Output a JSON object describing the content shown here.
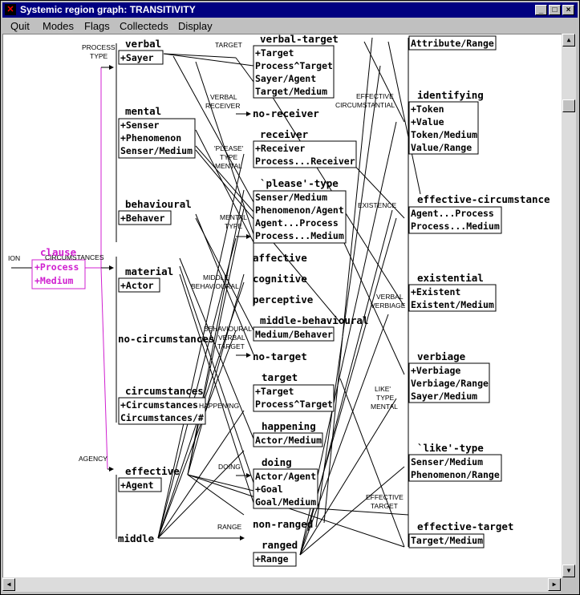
{
  "window": {
    "title": "Systemic region graph: TRANSITIVITY",
    "buttons": [
      "_",
      "□",
      "×"
    ]
  },
  "menu": [
    "Quit",
    "Modes",
    "Flags",
    "Collecteds",
    "Display"
  ],
  "colors": {
    "titlebar": "#000080",
    "clause": "#d020d0",
    "canvas": "#ffffff",
    "chrome": "#c0c0c0"
  },
  "graph": {
    "edge_label": "ION",
    "clause": {
      "title": "clause",
      "items": [
        "+Process",
        "+Medium"
      ]
    },
    "system_labels": {
      "process_type": [
        "PROCESS",
        "TYPE"
      ],
      "circumstances": "CIRCUMSTANCES",
      "agency": "AGENCY",
      "verbal_receiver": [
        "VERBAL",
        "RECEIVER"
      ],
      "please_type": [
        "'PLEASE'",
        "TYPE",
        "MENTAL"
      ],
      "mental_type": [
        "MENTAL",
        "TYPE"
      ],
      "middle_behavioural": [
        "MIDDLE",
        "BEHAVIOURAL"
      ],
      "behavioural_verbal_target": [
        "BEHAVIOURAL",
        "VERBAL",
        "TARGET"
      ],
      "happening": "HAPPENING",
      "doing": "DOING",
      "range": "RANGE",
      "target_top": "TARGET",
      "effective_circumstantial": [
        "EFFECTIVE",
        "CIRCUMSTANTIAL"
      ],
      "existence": "EXISTENCE",
      "verbal_verbiage": [
        "VERBAL",
        "VERBIAGE"
      ],
      "like_type": [
        "LIKE'",
        "TYPE",
        "MENTAL"
      ],
      "effective_target": [
        "EFFECTIVE",
        "TARGET"
      ]
    },
    "column1": {
      "verbal": {
        "title": "verbal",
        "items": [
          "+Sayer"
        ]
      },
      "mental": {
        "title": "mental",
        "items": [
          "+Senser",
          "+Phenomenon",
          "Senser/Medium"
        ]
      },
      "behavioural": {
        "title": "behavioural",
        "items": [
          "+Behaver"
        ]
      },
      "material": {
        "title": "material",
        "items": [
          "+Actor"
        ]
      },
      "no_circumstances": {
        "title": "no-circumstances"
      },
      "circumstances": {
        "title": "circumstances",
        "items": [
          "+Circumstances",
          "Circumstances/#"
        ]
      },
      "effective": {
        "title": "effective",
        "items": [
          "+Agent"
        ]
      },
      "middle": {
        "title": "middle"
      }
    },
    "column2": {
      "verbal_target": {
        "title": "verbal-target",
        "items": [
          "+Target",
          "Process^Target",
          "Sayer/Agent",
          "Target/Medium"
        ]
      },
      "no_receiver": {
        "title": "no-receiver"
      },
      "receiver": {
        "title": "receiver",
        "items": [
          "+Receiver",
          "Process...Receiver"
        ]
      },
      "please_type": {
        "title": "`please'-type",
        "items": [
          "Senser/Medium",
          "Phenomenon/Agent",
          "Agent...Process",
          "Process...Medium"
        ]
      },
      "affective": {
        "title": "affective"
      },
      "cognitive": {
        "title": "cognitive"
      },
      "perceptive": {
        "title": "perceptive"
      },
      "middle_behavioural": {
        "title": "middle-behavioural",
        "items": [
          "Medium/Behaver"
        ]
      },
      "no_target": {
        "title": "no-target"
      },
      "target": {
        "title": "target",
        "items": [
          "+Target",
          "Process^Target"
        ]
      },
      "happening": {
        "title": "happening",
        "items": [
          "Actor/Medium"
        ]
      },
      "doing": {
        "title": "doing",
        "items": [
          "Actor/Agent",
          "+Goal",
          "Goal/Medium"
        ]
      },
      "non_ranged": {
        "title": "non-ranged"
      },
      "ranged": {
        "title": "ranged",
        "items": [
          "+Range"
        ]
      }
    },
    "column3": {
      "attribute_range": {
        "items": [
          "Attribute/Range"
        ]
      },
      "identifying": {
        "title": "identifying",
        "items": [
          "+Token",
          "+Value",
          "Token/Medium",
          "Value/Range"
        ]
      },
      "effective_circumstance": {
        "title": "effective-circumstance",
        "items": [
          "Agent...Process",
          "Process...Medium"
        ]
      },
      "existential": {
        "title": "existential",
        "items": [
          "+Existent",
          "Existent/Medium"
        ]
      },
      "verbiage": {
        "title": "verbiage",
        "items": [
          "+Verbiage",
          "Verbiage/Range",
          "Sayer/Medium"
        ]
      },
      "like_type": {
        "title": "`like'-type",
        "items": [
          "Senser/Medium",
          "Phenomenon/Range"
        ]
      },
      "effective_target": {
        "title": "effective-target",
        "items": [
          "Target/Medium"
        ]
      }
    }
  }
}
